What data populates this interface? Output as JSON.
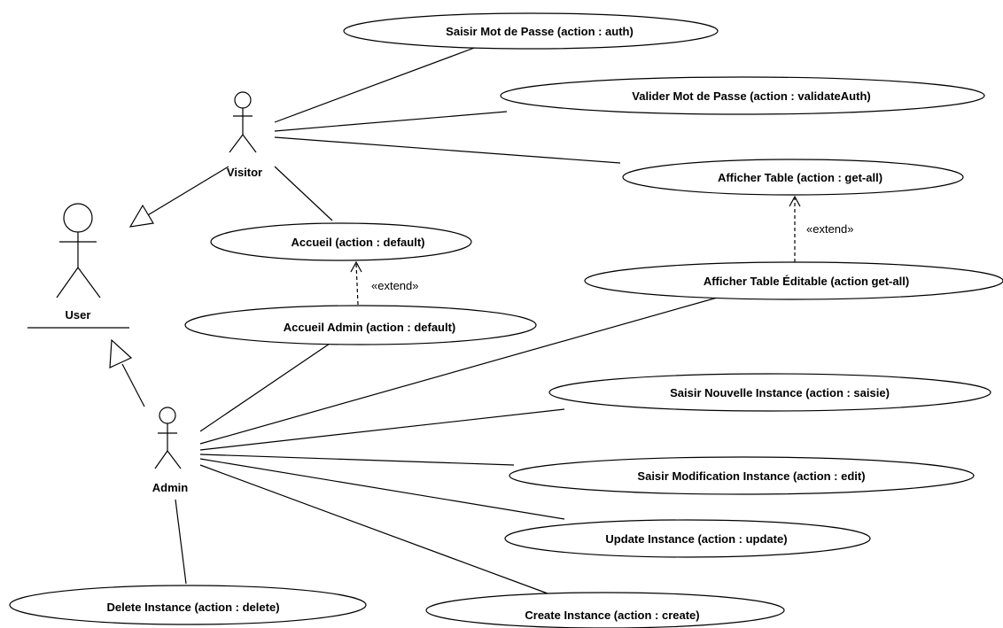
{
  "actors": {
    "user": "User",
    "visitor": "Visitor",
    "admin": "Admin"
  },
  "use_cases": {
    "saisir_mot_de_passe": "Saisir Mot de Passe (action : auth)",
    "valider_mot_de_passe": "Valider Mot de Passe (action : validateAuth)",
    "afficher_table": "Afficher Table (action : get-all)",
    "accueil": "Accueil (action : default)",
    "afficher_table_editable": "Afficher Table Éditable (action get-all)",
    "accueil_admin": "Accueil Admin (action : default)",
    "saisir_nouvelle_instance": "Saisir Nouvelle Instance (action : saisie)",
    "saisir_modification_instance": "Saisir Modification Instance (action : edit)",
    "update_instance": "Update Instance (action : update)",
    "delete_instance": "Delete Instance (action : delete)",
    "create_instance": "Create Instance (action : create)"
  },
  "stereotypes": {
    "extend_table": "«extend»",
    "extend_accueil": "«extend»"
  }
}
